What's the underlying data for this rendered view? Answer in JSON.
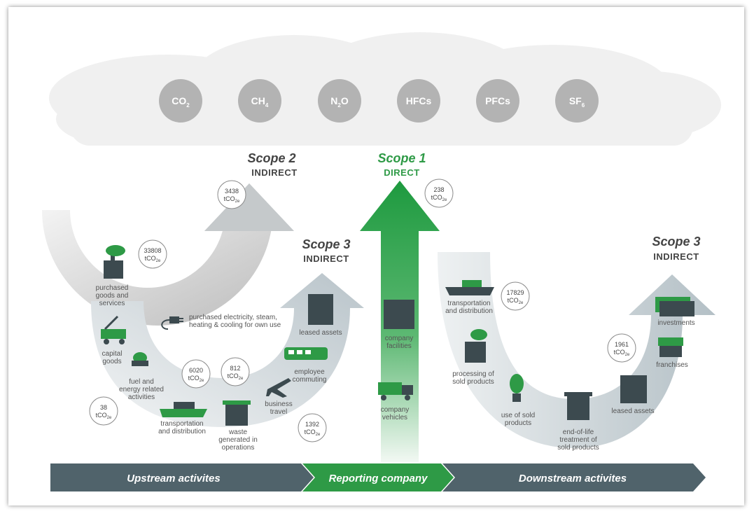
{
  "gases": [
    {
      "main": "CO",
      "sub": "2"
    },
    {
      "main": "CH",
      "sub": "4"
    },
    {
      "main": "N",
      "sub": "2",
      "tail": "O"
    },
    {
      "main": "HFCs",
      "sub": ""
    },
    {
      "main": "PFCs",
      "sub": ""
    },
    {
      "main": "SF",
      "sub": "6"
    }
  ],
  "scopes": {
    "scope2": {
      "title": "Scope 2",
      "subtitle": "INDIRECT"
    },
    "scope1": {
      "title": "Scope 1",
      "subtitle": "DIRECT"
    },
    "scope3_up": {
      "title": "Scope 3",
      "subtitle": "INDIRECT"
    },
    "scope3_down": {
      "title": "Scope 3",
      "subtitle": "INDIRECT"
    }
  },
  "values": {
    "scope2": {
      "value": "3438",
      "unit": "tCO",
      "unit_sub": "2e"
    },
    "scope1": {
      "value": "238",
      "unit": "tCO",
      "unit_sub": "2e"
    },
    "purchased_goods": {
      "value": "33808",
      "unit": "tCO",
      "unit_sub": "2e"
    },
    "fuel_energy": {
      "value": "38",
      "unit": "tCO",
      "unit_sub": "2e"
    },
    "transport_up": {
      "value": "6020",
      "unit": "tCO",
      "unit_sub": "2e"
    },
    "waste": {
      "value": "812",
      "unit": "tCO",
      "unit_sub": "2e"
    },
    "business_travel": {
      "value": "1392",
      "unit": "tCO",
      "unit_sub": "2e"
    },
    "transport_down": {
      "value": "17829",
      "unit": "tCO",
      "unit_sub": "2e"
    },
    "franchises": {
      "value": "1961",
      "unit": "tCO",
      "unit_sub": "2e"
    }
  },
  "labels": {
    "purchased_goods": [
      "purchased",
      "goods and",
      "services"
    ],
    "capital_goods": [
      "capital",
      "goods"
    ],
    "fuel_energy": [
      "fuel and",
      "energy related",
      "activities"
    ],
    "transport_up": [
      "transportation",
      "and distribution"
    ],
    "waste": [
      "waste",
      "generated in",
      "operations"
    ],
    "business_travel": [
      "business",
      "travel"
    ],
    "employee_commuting": [
      "employee",
      "commuting"
    ],
    "leased_assets_up": [
      "leased assets"
    ],
    "electricity": [
      "purchased electricity, steam,",
      "heating & cooling for own use"
    ],
    "company_facilities": [
      "company",
      "facilities"
    ],
    "company_vehicles": [
      "company",
      "vehicles"
    ],
    "transport_down": [
      "transportation",
      "and distribution"
    ],
    "processing": [
      "processing of",
      "sold products"
    ],
    "use_of_sold": [
      "use of sold",
      "products"
    ],
    "end_of_life": [
      "end-of-life",
      "treatment of",
      "sold products"
    ],
    "leased_assets_down": [
      "leased assets"
    ],
    "franchises": [
      "franchises"
    ],
    "investments": [
      "investments"
    ]
  },
  "bar": {
    "upstream": "Upstream activites",
    "reporting": "Reporting company",
    "downstream": "Downstream activites"
  },
  "colors": {
    "green": "#2e9a46",
    "dark_green": "#1f7a34",
    "slate": "#50636b",
    "gray_arrow": "#c9cdcf",
    "gas_circle": "#b3b3b3"
  }
}
